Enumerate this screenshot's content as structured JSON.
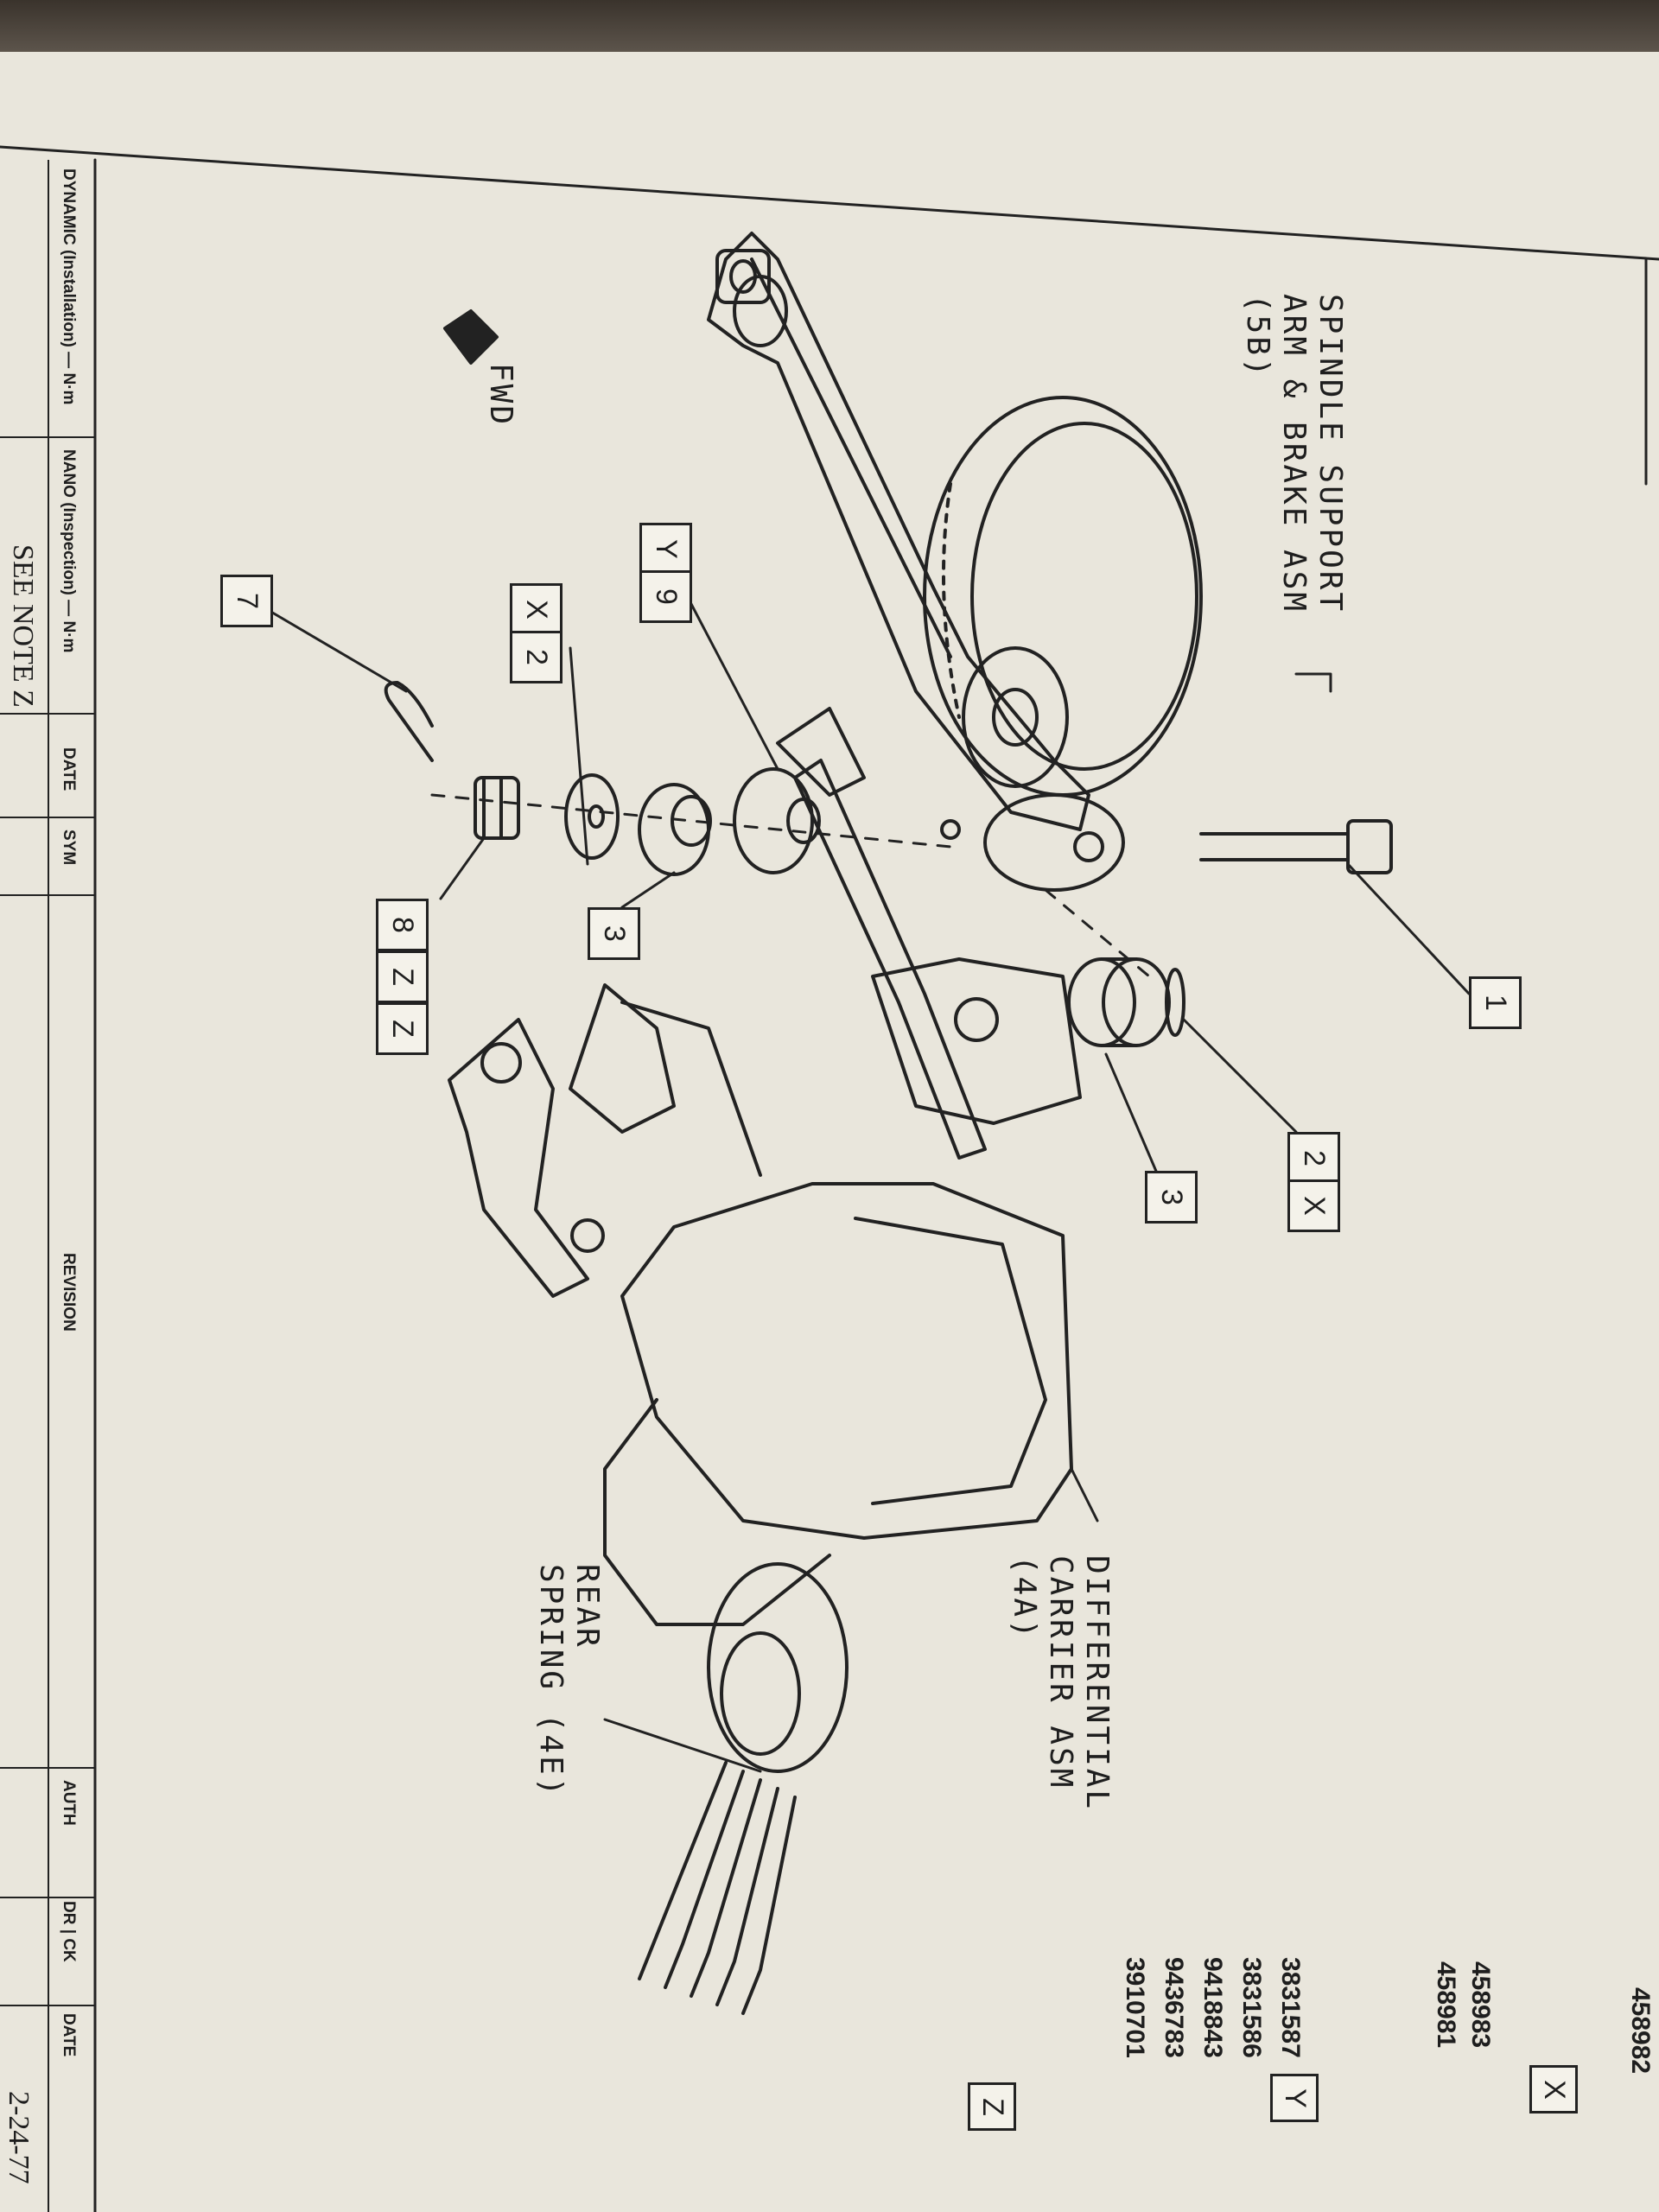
{
  "labels": {
    "spindle": [
      "SPINDLE SUPPORT",
      "ARM & BRAKE ASM",
      "(5B)"
    ],
    "differential": [
      "DIFFERENTIAL",
      "CARRIER ASM",
      "(4A)"
    ],
    "rear_spring": [
      "REAR",
      "SPRING (4E)"
    ],
    "fwd": "FWD"
  },
  "callouts": {
    "c1": "1",
    "c2x_a": "2",
    "c2x_b": "X",
    "c3_a": "3",
    "c3_b": "3",
    "c2x_c": "X",
    "c2x_d": "2",
    "c9": "9",
    "cy": "Y",
    "c7": "7",
    "c8": "8",
    "c8_tri": "Z",
    "cz": "Z"
  },
  "part_numbers": [
    "458982",
    "458983",
    "458981",
    "3831587",
    "3831586",
    "9418843",
    "9436783",
    "3910701"
  ],
  "legend_boxes": [
    "X",
    "Y",
    "Z"
  ],
  "title_block": {
    "dynamic": "DYNAMIC (Installation) — N·m",
    "nano": "NANO (Inspection) — N·m",
    "date": "DATE",
    "sym": "SYM",
    "revision": "REVISION",
    "auth": "AUTH",
    "dr_ck": "DR | CK",
    "date2": "DATE",
    "date_value": "2-24-77",
    "see_note": "SEE NOTE Z"
  }
}
